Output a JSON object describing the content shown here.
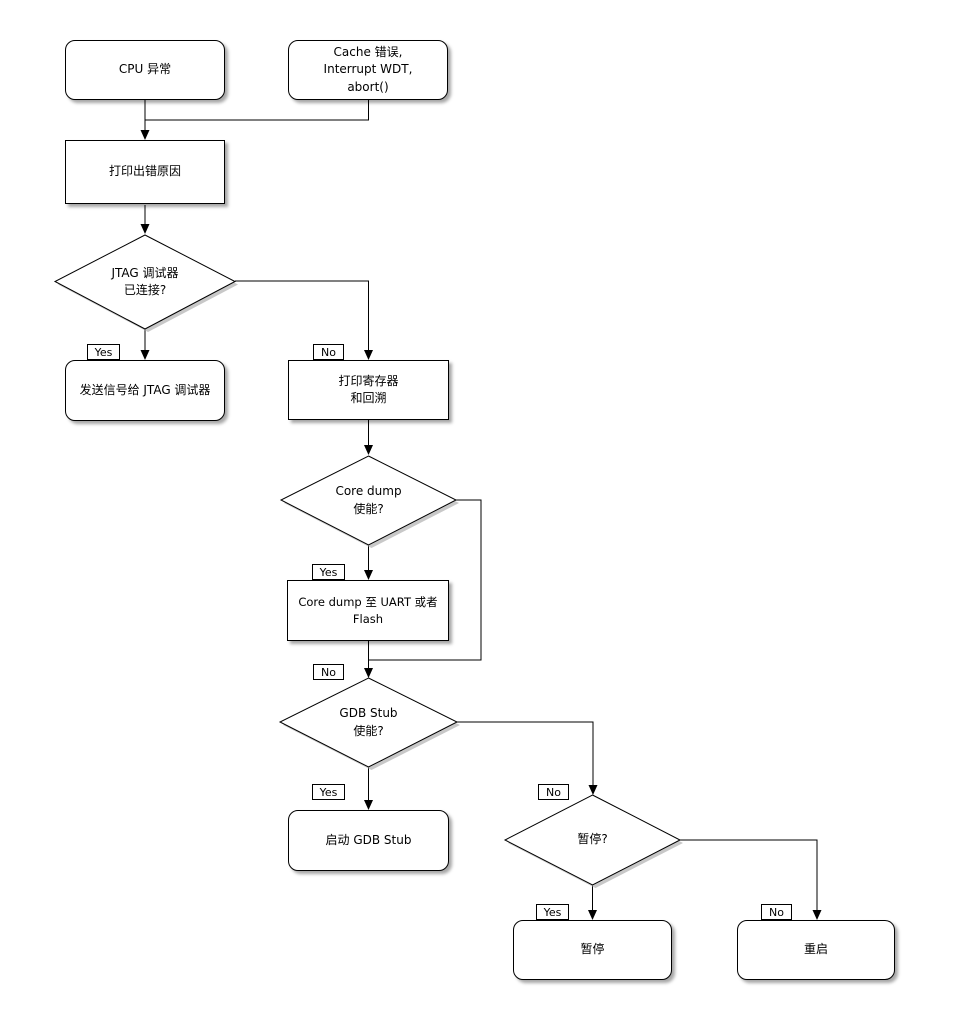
{
  "diagram": {
    "background": "#ffffff",
    "line_color": "#000000",
    "node_fill": "#ffffff",
    "node_border": "#000000",
    "shadow_color": "#b5b5b5",
    "nodes": {
      "cpu_exception": {
        "label": "CPU 异常"
      },
      "cache_error": {
        "line1": "Cache 错误,",
        "line2": "Interrupt WDT,",
        "line3": "abort()"
      },
      "print_reason": {
        "label": "打印出错原因"
      },
      "jtag_connected": {
        "line1": "JTAG 调试器",
        "line2": "已连接?"
      },
      "send_signal": {
        "label": "发送信号给 JTAG 调试器"
      },
      "print_registers": {
        "line1": "打印寄存器",
        "line2": "和回溯"
      },
      "coredump_enabled": {
        "line1": "Core dump",
        "line2": "使能?"
      },
      "coredump_dest": {
        "label": "Core dump 至 UART 或者 Flash"
      },
      "gdbstub_enabled": {
        "line1": "GDB Stub",
        "line2": "使能?"
      },
      "start_gdbstub": {
        "label": "启动 GDB Stub"
      },
      "halt_question": {
        "label": "暂停?"
      },
      "halt": {
        "label": "暂停"
      },
      "reboot": {
        "label": "重启"
      }
    },
    "edge_labels": {
      "jtag_yes": "Yes",
      "jtag_no": "No",
      "coredump_yes": "Yes",
      "coredump_no": "No",
      "gdb_yes": "Yes",
      "gdb_no": "No",
      "halt_yes": "Yes",
      "halt_no": "No"
    }
  }
}
